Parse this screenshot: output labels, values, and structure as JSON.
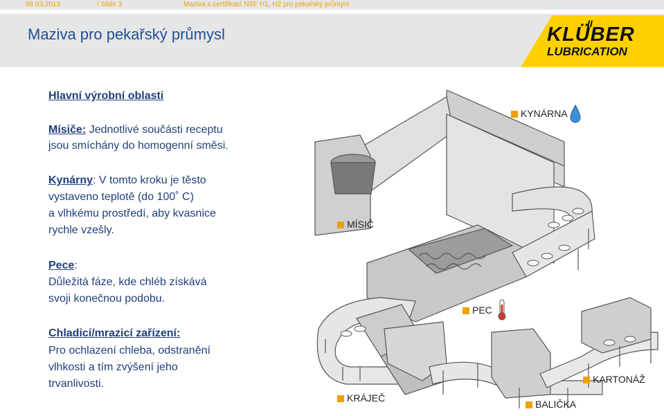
{
  "topbar": {
    "date": "08.03.2013",
    "slide": "/ Slide 3",
    "doc_title": "Maziva s certifikací NSF H1, H2 pro pekařský průmysl"
  },
  "header": {
    "title": "Maziva pro pekařský průmysl",
    "logo_ticks": "II",
    "logo_top": "KLÜBER",
    "logo_bottom": "LUBRICATION"
  },
  "content": {
    "heading": "Hlavní výrobní oblasti",
    "misice": {
      "term": "Mísiče:",
      "line1": " Jednotlivé součásti receptu",
      "line2": "jsou smíchány do homogenní směsi."
    },
    "kynarny": {
      "term": "Kynárny",
      "line1": ": V tomto kroku je těsto",
      "line2": "vystaveno teplotě (do 100˚ C)",
      "line3": "a vlhkému prostředí, aby kvasnice",
      "line4": "rychle vzešly."
    },
    "pece": {
      "term": "Pece",
      "colon": ":",
      "line1": "Důležitá fáze, kde chléb získává",
      "line2": "svoji konečnou podobu."
    },
    "chladici": {
      "term": "Chladicí/mrazicí zařízení:",
      "line1": "Pro ochlazení chleba, odstranění",
      "line2": "vlhkosti a tím zvýšení jeho",
      "line3": "trvanlivosti."
    }
  },
  "diagram_labels": {
    "kynarna": "KYNÁRNA",
    "misic": "MÍSIČ",
    "pec": "PEC",
    "krajec": "KRÁJEČ",
    "balicka": "BALIČKA",
    "kartonaz": "KARTONÁŽ"
  },
  "colors": {
    "accent": "#f0a000",
    "title_blue": "#1f4f99",
    "text_blue": "#1f3f7a",
    "brand_yellow": "#ffd000",
    "header_gray": "#e6e6e6"
  }
}
